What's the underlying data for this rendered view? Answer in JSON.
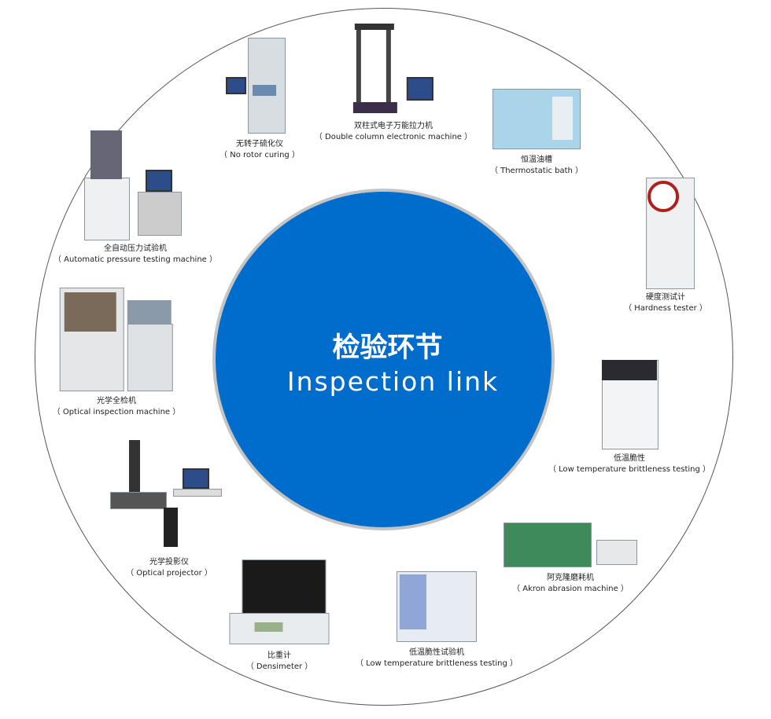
{
  "center": {
    "title_zh": "检验环节",
    "title_en": "Inspection link",
    "color": "#006dcc"
  },
  "items": [
    {
      "zh": "无转子硫化仪",
      "en": "（ No rotor curing ）",
      "icon": "rheometer-machine-icon"
    },
    {
      "zh": "双柱式电子万能拉力机",
      "en": "（ Double column electronic  machine ）",
      "icon": "tensile-machine-icon"
    },
    {
      "zh": "恒温油槽",
      "en": "（ Thermostatic  bath ）",
      "icon": "thermostatic-bath-icon"
    },
    {
      "zh": "硬度测试计",
      "en": "（ Hardness tester ）",
      "icon": "hardness-tester-icon"
    },
    {
      "zh": "低温脆性",
      "en": "（ Low temperature brittleness testing  ）",
      "icon": "brittleness-tester-icon"
    },
    {
      "zh": "阿克隆磨耗机",
      "en": "（ Akron abrasion machine ）",
      "icon": "abrasion-machine-icon"
    },
    {
      "zh": "低温脆性试验机",
      "en": "（ Low temperature brittleness testing  ）",
      "icon": "brittleness-machine-icon"
    },
    {
      "zh": "比重计",
      "en": "（ Densimeter ）",
      "icon": "densimeter-icon"
    },
    {
      "zh": "光学投影仪",
      "en": "（ Optical projector ）",
      "icon": "optical-projector-icon"
    },
    {
      "zh": "光学全检机",
      "en": "（ Optical inspection machine ）",
      "icon": "optical-inspection-machine-icon"
    },
    {
      "zh": "全自动压力试验机",
      "en": "（ Automatic pressure testing machine ）",
      "icon": "pressure-testing-machine-icon"
    }
  ]
}
